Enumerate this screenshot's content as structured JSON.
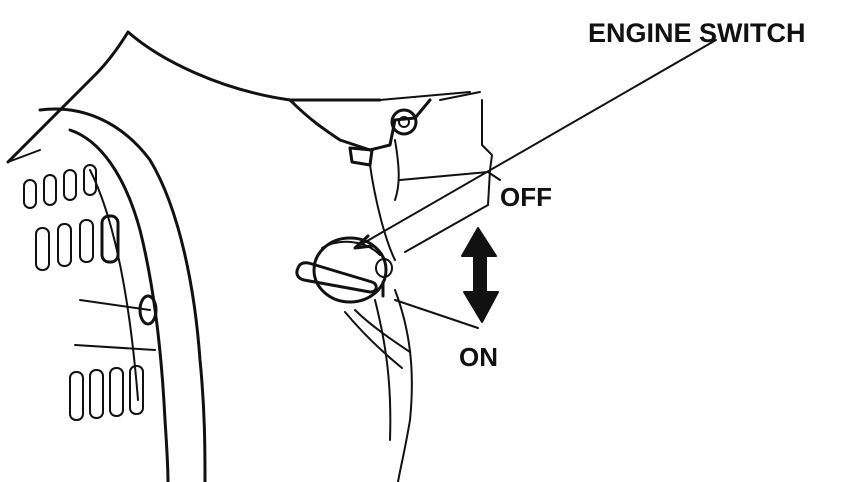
{
  "labels": {
    "engine_switch": "ENGINE SWITCH",
    "off": "OFF",
    "on": "ON"
  },
  "colors": {
    "ink": "#111111",
    "background": "#ffffff"
  },
  "icons": {
    "toggle_arrow": "double-headed-vertical-arrow"
  }
}
